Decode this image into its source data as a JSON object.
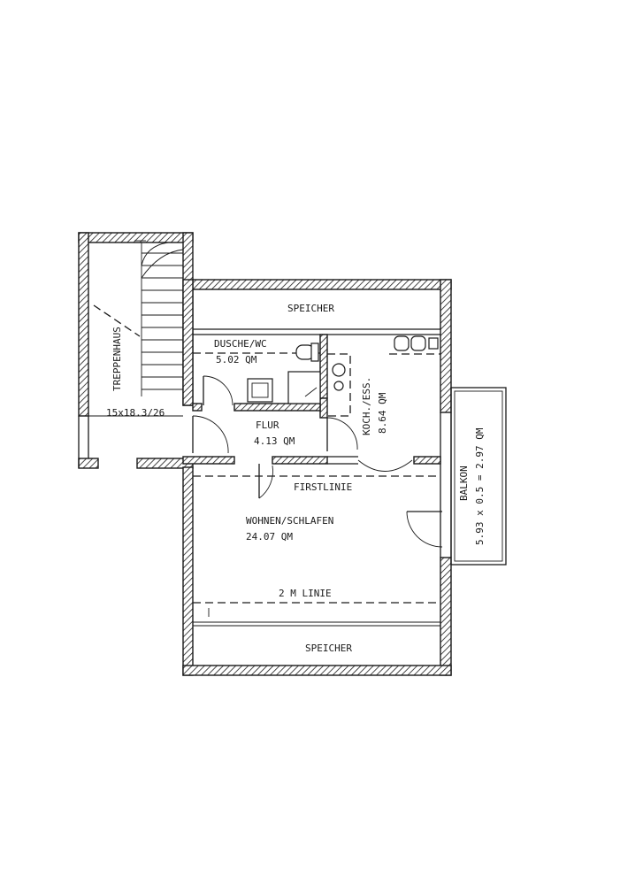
{
  "rooms": {
    "treppenhaus": {
      "label": "TREPPENHAUS",
      "stair": "15x18.3/26"
    },
    "speicher_top": {
      "label": "SPEICHER"
    },
    "dusche": {
      "label": "DUSCHE/WC",
      "area": "5.02 QM"
    },
    "flur": {
      "label": "FLUR",
      "area": "4.13 QM"
    },
    "koch": {
      "label": "KOCH./ESS.",
      "area": "8.64 QM"
    },
    "wohnen": {
      "label": "WOHNEN/SCHLAFEN",
      "area": "24.07 QM"
    },
    "speicher_bottom": {
      "label": "SPEICHER"
    },
    "balkon": {
      "label": "BALKON",
      "area": "5.93 x 0.5 = 2.97 QM"
    }
  },
  "lines": {
    "firstlinie": "FIRSTLINIE",
    "zwei_m_linie": "2 M LINIE"
  }
}
